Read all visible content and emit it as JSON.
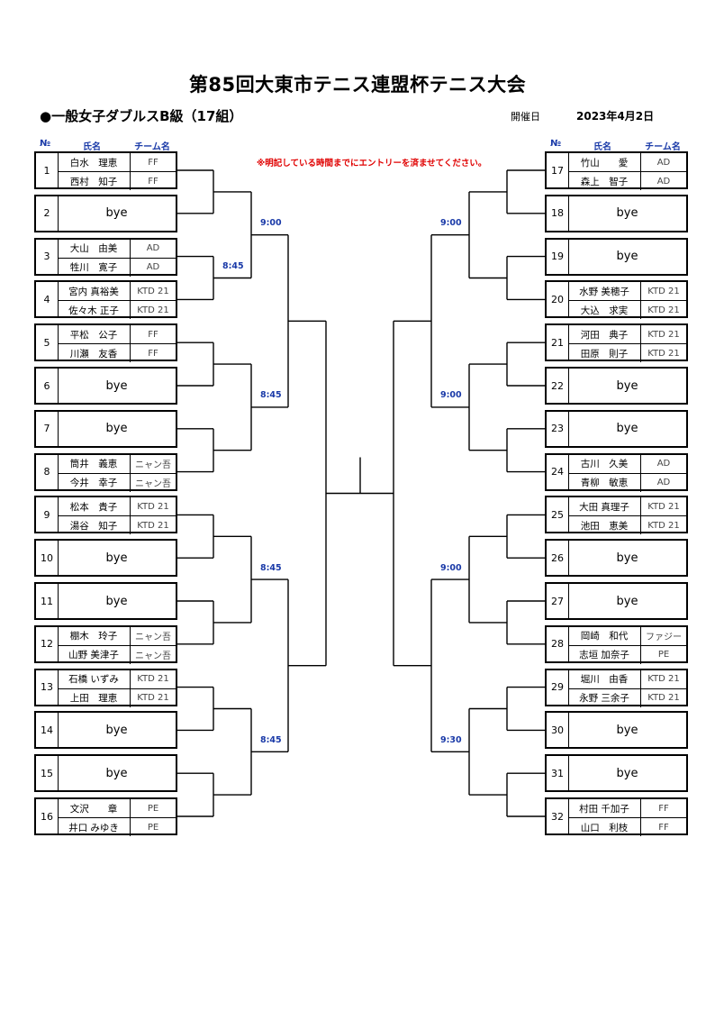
{
  "title": "第85回大東市テニス連盟杯テニス大会",
  "subtitle": "●一般女子ダブルスB級（17組）",
  "date_label": "開催日",
  "date_value": "2023年4月2日",
  "notice": "※明記している時間までにエントリーを済ませてください。",
  "headers": {
    "no": "№",
    "name": "氏名",
    "team": "チーム名"
  },
  "left_entries": [
    {
      "no": "1",
      "players": [
        {
          "name": "白水　理恵",
          "team": "FF"
        },
        {
          "name": "西村　知子",
          "team": "FF"
        }
      ]
    },
    {
      "no": "2",
      "bye": "bye"
    },
    {
      "no": "3",
      "players": [
        {
          "name": "大山　由美",
          "team": "AD"
        },
        {
          "name": "牲川　寛子",
          "team": "AD"
        }
      ]
    },
    {
      "no": "4",
      "players": [
        {
          "name": "宮内 真裕美",
          "team": "KTD 21"
        },
        {
          "name": "佐々木 正子",
          "team": "KTD 21"
        }
      ]
    },
    {
      "no": "5",
      "players": [
        {
          "name": "平松　公子",
          "team": "FF"
        },
        {
          "name": "川瀬　友香",
          "team": "FF"
        }
      ]
    },
    {
      "no": "6",
      "bye": "bye"
    },
    {
      "no": "7",
      "bye": "bye"
    },
    {
      "no": "8",
      "players": [
        {
          "name": "筒井　義恵",
          "team": "ニャン吾"
        },
        {
          "name": "今井　幸子",
          "team": "ニャン吾"
        }
      ]
    },
    {
      "no": "9",
      "players": [
        {
          "name": "松本　貴子",
          "team": "KTD 21"
        },
        {
          "name": "湯谷　知子",
          "team": "KTD 21"
        }
      ]
    },
    {
      "no": "10",
      "bye": "bye"
    },
    {
      "no": "11",
      "bye": "bye"
    },
    {
      "no": "12",
      "players": [
        {
          "name": "棚木　玲子",
          "team": "ニャン吾"
        },
        {
          "name": "山野 美津子",
          "team": "ニャン吾"
        }
      ]
    },
    {
      "no": "13",
      "players": [
        {
          "name": "石橋 いずみ",
          "team": "KTD 21"
        },
        {
          "name": "上田　理恵",
          "team": "KTD 21"
        }
      ]
    },
    {
      "no": "14",
      "bye": "bye"
    },
    {
      "no": "15",
      "bye": "bye"
    },
    {
      "no": "16",
      "players": [
        {
          "name": "文沢　　章",
          "team": "PE"
        },
        {
          "name": "井口 みゆき",
          "team": "PE"
        }
      ]
    }
  ],
  "right_entries": [
    {
      "no": "17",
      "players": [
        {
          "name": "竹山　　愛",
          "team": "AD"
        },
        {
          "name": "森上　智子",
          "team": "AD"
        }
      ]
    },
    {
      "no": "18",
      "bye": "bye"
    },
    {
      "no": "19",
      "bye": "bye"
    },
    {
      "no": "20",
      "players": [
        {
          "name": "水野 美穂子",
          "team": "KTD 21"
        },
        {
          "name": "大込　求実",
          "team": "KTD 21"
        }
      ]
    },
    {
      "no": "21",
      "players": [
        {
          "name": "河田　典子",
          "team": "KTD 21"
        },
        {
          "name": "田原　則子",
          "team": "KTD 21"
        }
      ]
    },
    {
      "no": "22",
      "bye": "bye"
    },
    {
      "no": "23",
      "bye": "bye"
    },
    {
      "no": "24",
      "players": [
        {
          "name": "古川　久美",
          "team": "AD"
        },
        {
          "name": "青柳　敏恵",
          "team": "AD"
        }
      ]
    },
    {
      "no": "25",
      "players": [
        {
          "name": "大田 真理子",
          "team": "KTD 21"
        },
        {
          "name": "池田　恵美",
          "team": "KTD 21"
        }
      ]
    },
    {
      "no": "26",
      "bye": "bye"
    },
    {
      "no": "27",
      "bye": "bye"
    },
    {
      "no": "28",
      "players": [
        {
          "name": "岡崎　和代",
          "team": "ファジー"
        },
        {
          "name": "志垣 加奈子",
          "team": "PE"
        }
      ]
    },
    {
      "no": "29",
      "players": [
        {
          "name": "堀川　由香",
          "team": "KTD 21"
        },
        {
          "name": "永野 三余子",
          "team": "KTD 21"
        }
      ]
    },
    {
      "no": "30",
      "bye": "bye"
    },
    {
      "no": "31",
      "bye": "bye"
    },
    {
      "no": "32",
      "players": [
        {
          "name": "村田 千加子",
          "team": "FF"
        },
        {
          "name": "山口　利枝",
          "team": "FF"
        }
      ]
    }
  ],
  "times": {
    "left_r1": [
      "8:45"
    ],
    "left_r2": [
      "9:00",
      "8:45",
      "8:45",
      "8:45"
    ],
    "right_r2": [
      "9:00",
      "9:00",
      "9:00",
      "9:30"
    ]
  },
  "colors": {
    "time": "#1a3aa8",
    "notice": "#e00000",
    "header": "#1a3aa8"
  }
}
